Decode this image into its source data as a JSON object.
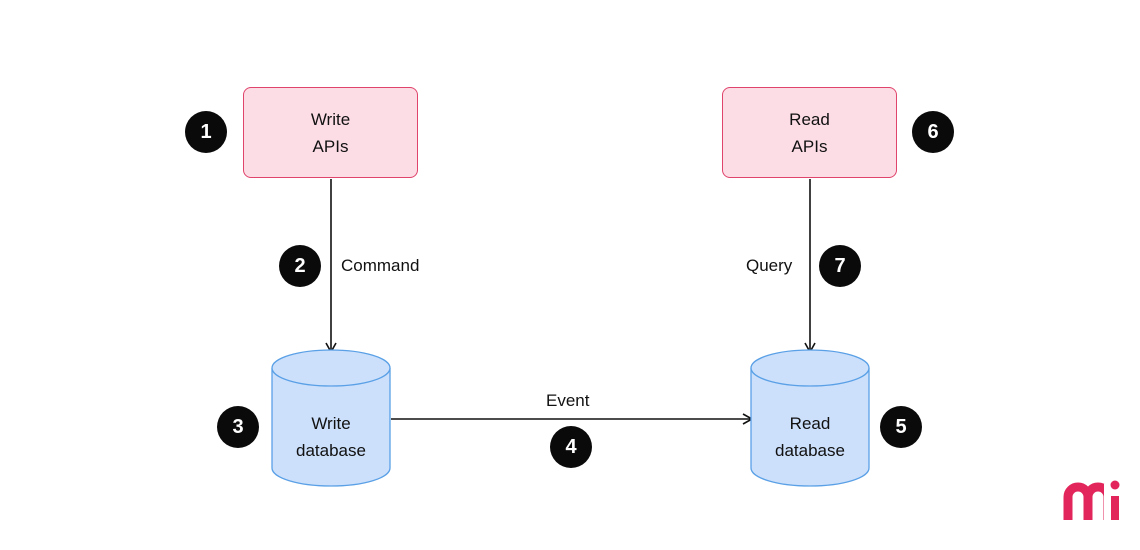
{
  "write_api": {
    "line1": "Write",
    "line2": "APIs",
    "badge": "1"
  },
  "read_api": {
    "line1": "Read",
    "line2": "APIs",
    "badge": "6"
  },
  "write_db": {
    "line1": "Write",
    "line2": "database",
    "badge": "3"
  },
  "read_db": {
    "line1": "Read",
    "line2": "database",
    "badge": "5"
  },
  "command": {
    "label": "Command",
    "badge": "2"
  },
  "query": {
    "label": "Query",
    "badge": "7"
  },
  "event": {
    "label": "Event",
    "badge": "4"
  },
  "colors": {
    "api_fill": "#fcdde6",
    "api_border": "#e0436b",
    "db_fill": "#cce0fb",
    "db_border": "#5aa0e6",
    "badge": "#0a0a0a",
    "logo": "#e2255a"
  }
}
